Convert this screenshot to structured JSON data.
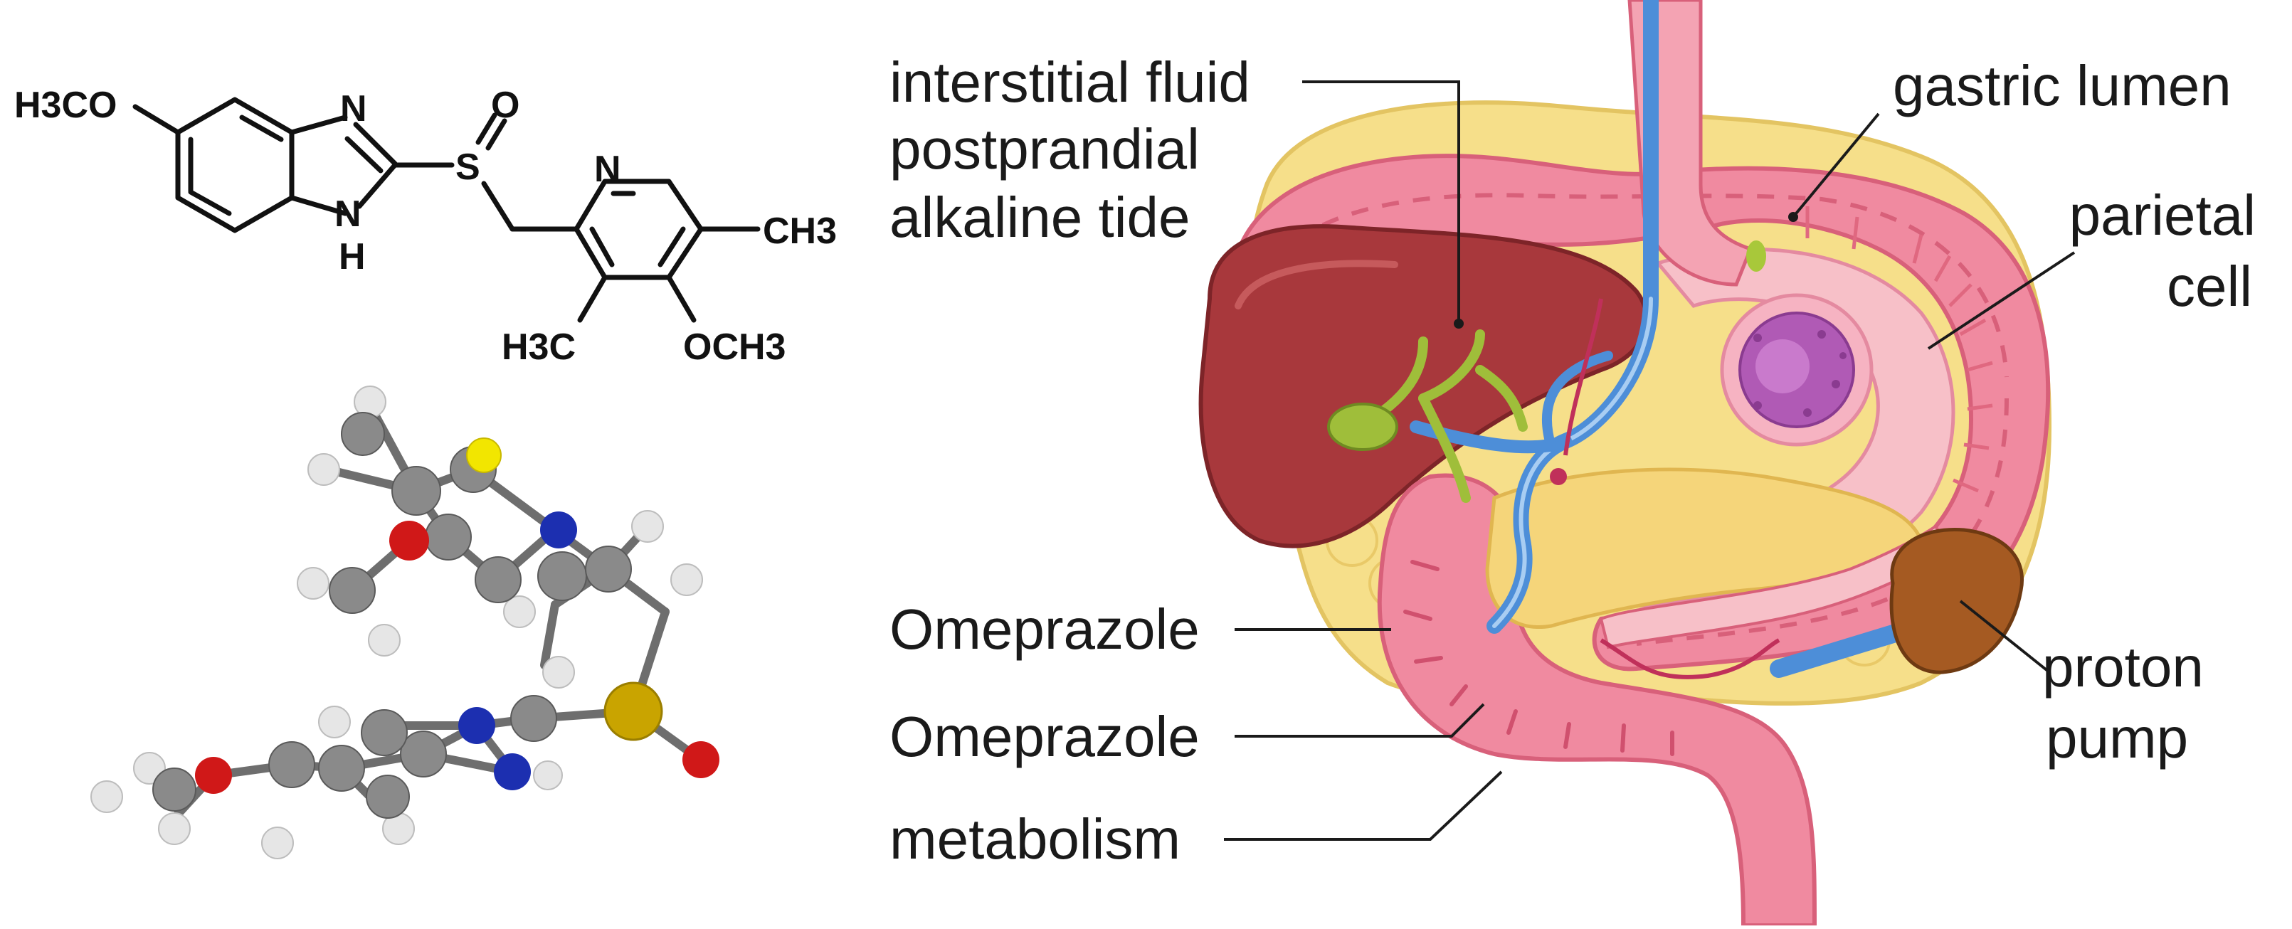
{
  "structural_formula": {
    "atoms": {
      "methoxy_left": "H3CO",
      "nitrogen_top": "N",
      "nitrogen_h": "N",
      "hydrogen": "H",
      "sulfur": "S",
      "oxygen": "O",
      "pyridine_n": "N",
      "methyl_right": "CH3",
      "methyl_bottom": "H3C",
      "methoxy_bottom": "OCH3"
    }
  },
  "model_3d": {
    "colors": {
      "carbon": "#8a8a8a",
      "hydrogen": "#e6e6e6",
      "nitrogen": "#1c2fb0",
      "oxygen": "#d01818",
      "sulfur": "#c9a400",
      "sulfur_top": "#f2e600"
    }
  },
  "labels": {
    "interstitial_line1": "interstitial fluid",
    "interstitial_line2": "postprandial",
    "interstitial_line3": "alkaline tide",
    "gastric_lumen": "gastric lumen",
    "parietal_line1": "parietal",
    "parietal_line2": "cell",
    "omeprazole_1": "Omeprazole",
    "omeprazole_2": "Omeprazole",
    "metabolism": "metabolism",
    "proton_line1": "proton",
    "proton_line2": "pump"
  },
  "colors": {
    "liver": "#a8383c",
    "stomach_wall": "#f08aa0",
    "stomach_inner": "#f7c0c8",
    "fat": "#f6df8a",
    "vessel_blue": "#4d8ed8",
    "gallbladder": "#9fbe3a",
    "cell": "#b05ab5",
    "pump": "#a55a22",
    "lines": "#1a1a1a"
  }
}
